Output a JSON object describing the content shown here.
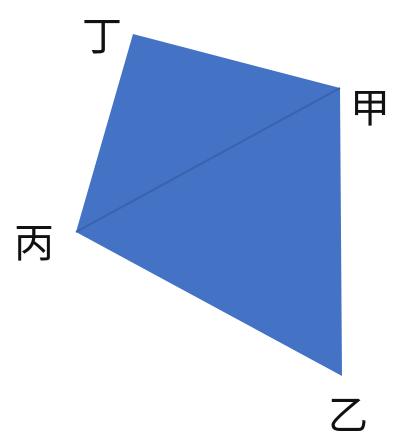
{
  "diagram": {
    "colors": {
      "fill": "#4472C4",
      "diagonal": "#3A63AE",
      "label": "#111111",
      "background": "#FFFFFF"
    },
    "vertices": {
      "ding": "丁",
      "jia": "甲",
      "bing": "丙",
      "yi": "乙"
    }
  }
}
